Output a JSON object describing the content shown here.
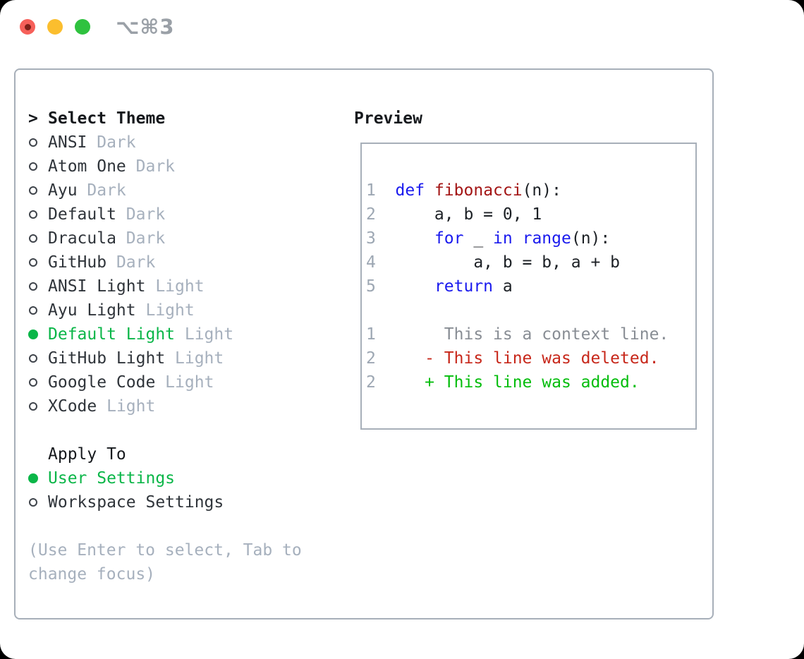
{
  "titlebar": {
    "title": "⌥⌘3"
  },
  "theme_list": {
    "cursor": ">",
    "header": "Select Theme",
    "items": [
      {
        "name": "ANSI",
        "variant": "Dark",
        "selected": false
      },
      {
        "name": "Atom One",
        "variant": "Dark",
        "selected": false
      },
      {
        "name": "Ayu",
        "variant": "Dark",
        "selected": false
      },
      {
        "name": "Default",
        "variant": "Dark",
        "selected": false
      },
      {
        "name": "Dracula",
        "variant": "Dark",
        "selected": false
      },
      {
        "name": "GitHub",
        "variant": "Dark",
        "selected": false
      },
      {
        "name": "ANSI Light",
        "variant": "Light",
        "selected": false
      },
      {
        "name": "Ayu Light",
        "variant": "Light",
        "selected": false
      },
      {
        "name": "Default Light",
        "variant": "Light",
        "selected": true
      },
      {
        "name": "GitHub Light",
        "variant": "Light",
        "selected": false
      },
      {
        "name": "Google Code",
        "variant": "Light",
        "selected": false
      },
      {
        "name": "XCode",
        "variant": "Light",
        "selected": false
      }
    ]
  },
  "apply_to": {
    "header": "Apply To",
    "options": [
      {
        "label": "User Settings",
        "selected": true
      },
      {
        "label": "Workspace Settings",
        "selected": false
      }
    ]
  },
  "hint": {
    "line1": "(Use Enter to select, Tab to",
    "line2": "change focus)"
  },
  "preview": {
    "header": "Preview",
    "lines": [
      {
        "num": "1",
        "segments": [
          {
            "t": "def",
            "c": "keyword"
          },
          {
            "t": " ",
            "c": "plain"
          },
          {
            "t": "fibonacci",
            "c": "function"
          },
          {
            "t": "(n):",
            "c": "plain"
          }
        ]
      },
      {
        "num": "2",
        "segments": [
          {
            "t": "    a, b = 0, 1",
            "c": "plain"
          }
        ]
      },
      {
        "num": "3",
        "segments": [
          {
            "t": "    ",
            "c": "plain"
          },
          {
            "t": "for",
            "c": "keyword"
          },
          {
            "t": " _ ",
            "c": "plain"
          },
          {
            "t": "in",
            "c": "keyword"
          },
          {
            "t": " ",
            "c": "plain"
          },
          {
            "t": "range",
            "c": "keyword"
          },
          {
            "t": "(n):",
            "c": "plain"
          }
        ]
      },
      {
        "num": "4",
        "segments": [
          {
            "t": "        a, b = b, a + b",
            "c": "plain"
          }
        ]
      },
      {
        "num": "5",
        "segments": [
          {
            "t": "    ",
            "c": "plain"
          },
          {
            "t": "return",
            "c": "keyword"
          },
          {
            "t": " a",
            "c": "plain"
          }
        ]
      },
      {
        "num": "",
        "segments": []
      },
      {
        "num": "1",
        "segments": [
          {
            "t": "     This is a context line.",
            "c": "context"
          }
        ]
      },
      {
        "num": "2",
        "segments": [
          {
            "t": "   - This line was deleted.",
            "c": "deleted"
          }
        ]
      },
      {
        "num": "2",
        "segments": [
          {
            "t": "   + This line was added.",
            "c": "added"
          }
        ]
      }
    ]
  },
  "colors": {
    "accent-green": "#0ab648",
    "added-green": "#04bd0c",
    "deleted-red": "#c7271a",
    "keyword-blue": "#1a1aee",
    "function-red": "#a31515",
    "muted-gray": "#a6b0bd",
    "line-number-gray": "#9da7b3",
    "context-gray": "#888d94",
    "border-gray": "#a7afb9",
    "text-dark": "#16191d",
    "item-text": "#2f343a",
    "traffic-red": "#f6605a",
    "traffic-red-dot": "#7e2019",
    "traffic-yellow": "#fbbe2e",
    "traffic-green": "#2fc23f",
    "title-gray": "#9aa0a7"
  }
}
